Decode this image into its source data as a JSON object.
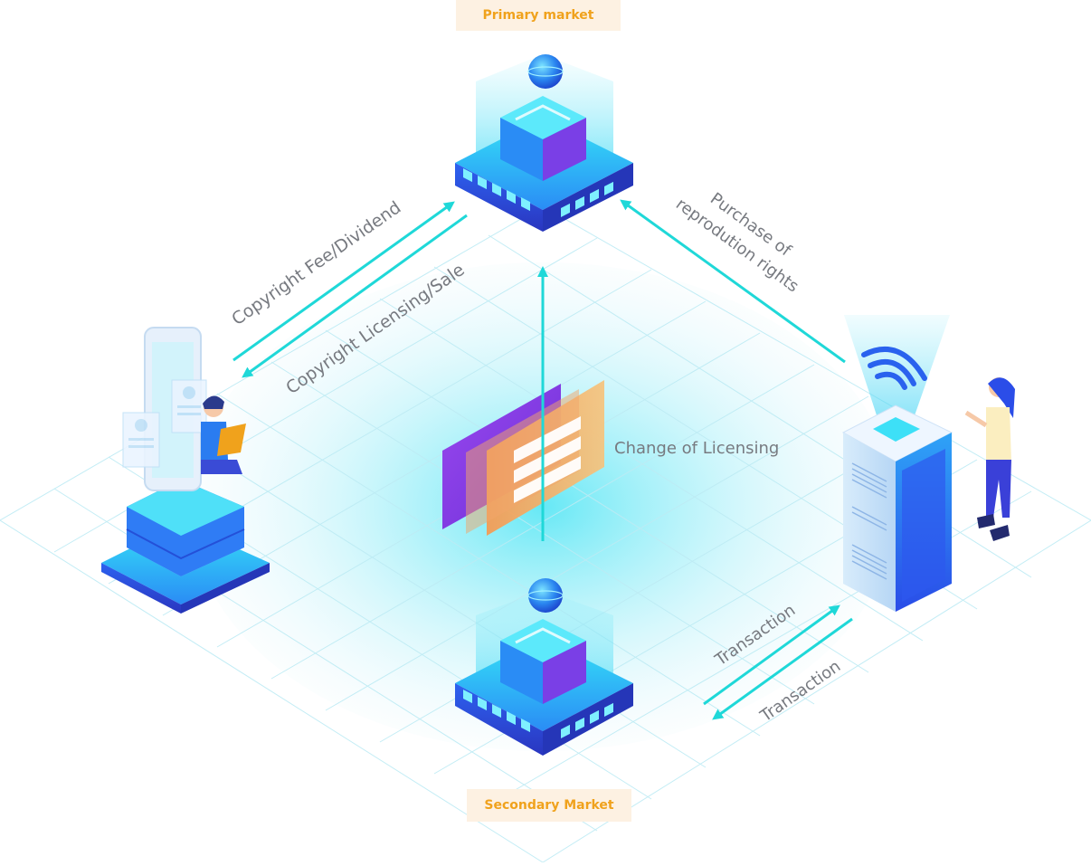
{
  "markets": {
    "primary": "Primary market",
    "secondary": "Secondary Market"
  },
  "flows": {
    "copyright_fee": "Copyright Fee/Dividend",
    "copyright_licensing": "Copyright Licensing/Sale",
    "purchase_line1": "Purchase of",
    "purchase_line2": "reprodution rights",
    "change_of_licensing": "Change of Licensing",
    "transaction_up": "Transaction",
    "transaction_down": "Transaction"
  },
  "colors": {
    "arrow": "#1fd8d8",
    "tag_bg": "#fdf1e2",
    "tag_text": "#f0a21c",
    "server_blue": "#2f6cf5",
    "server_cyan": "#27d3f5",
    "doc_purple": "#8a3bea",
    "doc_orange": "#f5a25a",
    "label_gray": "#777a80"
  }
}
